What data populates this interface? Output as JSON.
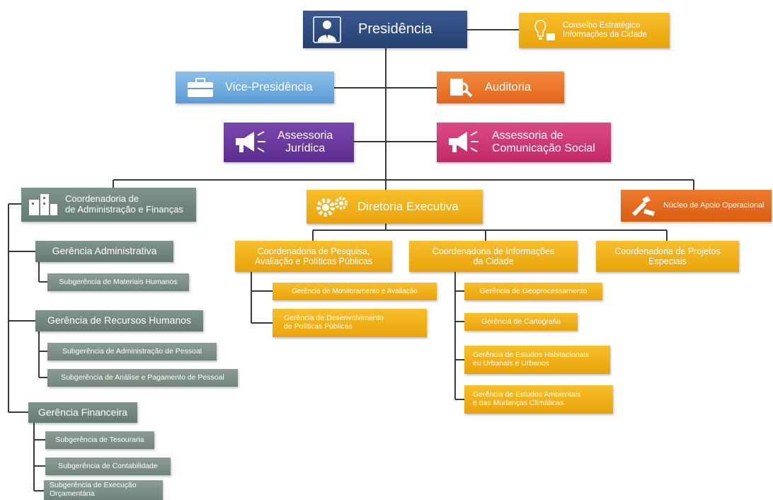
{
  "presidencia": "Presidência",
  "conselho": [
    "Conselho Estratégico",
    "Informações da Cidade"
  ],
  "vice": "Vice-Presidência",
  "auditoria": "Auditoria",
  "assessoria_juridica": [
    "Assessoria",
    "Jurídica"
  ],
  "assessoria_comunicacao": [
    "Assessoria de",
    "Comunicação Social"
  ],
  "coord_admin": [
    "Coordenadoria de",
    "de Administração e Finanças"
  ],
  "diretoria": "Diretoria Executiva",
  "nucleo": "Núcleo de Apoio Operacional",
  "ger_admin": "Gerência Administrativa",
  "sub_materiais": "Subgerência de Materiais Humanos",
  "ger_rh": "Gerência de Recursos Humanos",
  "sub_adm_pessoal": "Subgerência de Administração de Pessoal",
  "sub_pag_pessoal": "Subgerência de Análise e Pagamento de Pessoal",
  "ger_fin": "Gerência Financeira",
  "sub_tesouraria": "Subgerência de Tesouraria",
  "sub_contabilidade": "Subgerência de Contabilidade",
  "sub_execucao": [
    "Subgerência de Execução",
    "Orçamentária"
  ],
  "coord_pesquisa": [
    "Coordenadoria de Pesquisa,",
    "Avaliação e Políticas Públicas"
  ],
  "coord_info": [
    "Coordenadoria de Informações",
    "da Cidade"
  ],
  "coord_projetos": [
    "Coordenadoria de Projetos",
    "Especiais"
  ],
  "ger_monitoramento": "Gerência de Monitoramento e Avaliação",
  "ger_desenvolvimento": [
    "Gerência de Desenvolvimento",
    "de Políticas Públicas"
  ],
  "ger_geo": "Gerência de Geoprocessamento",
  "ger_cartografia": "Gerência de Cartografia",
  "ger_habitacionais": [
    "Gerência de Estudos Habitacionais",
    "eu Urbanais e Urbanos"
  ],
  "ger_ambientais": [
    "Gerência de Estudos Ambientais",
    "e das Mudanças Climáticas"
  ],
  "colors": {
    "navy": "#2e4a80",
    "gold": "#f2b31c",
    "blue": "#74afe3",
    "orange": "#ee7a30",
    "purple": "#6a3a9e",
    "pink": "#cf3a76",
    "gray": "#71867c",
    "line": "#3a3a3a"
  }
}
